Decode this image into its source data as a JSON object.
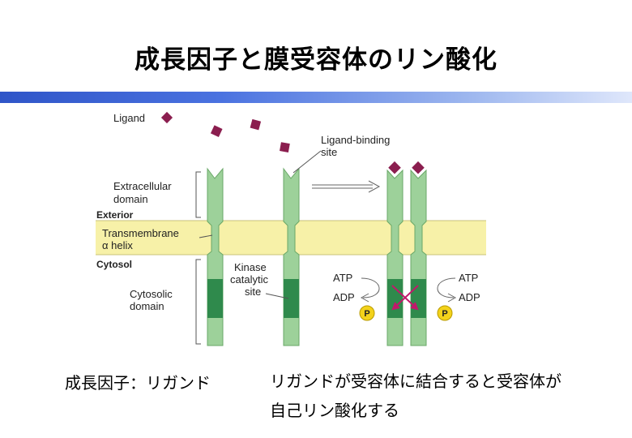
{
  "title": "成長因子と膜受容体のリン酸化",
  "colors": {
    "accent_bar_start": "#2f55c8",
    "membrane_band": "#f7f1a8",
    "receptor_light": "#9dd19a",
    "receptor_dark": "#2f8a4c",
    "ligand": "#8b1e4f",
    "phosphate": "#f3d21b",
    "autophosphorylation_arrow": "#c2186b"
  },
  "diagram": {
    "ligand_label": "Ligand",
    "ligand_binding_site_label": [
      "Ligand-binding",
      "site"
    ],
    "extracellular_domain_label": [
      "Extracellular",
      "domain"
    ],
    "exterior_label": "Exterior",
    "transmembrane_label": [
      "Transmembrane",
      "α helix"
    ],
    "cytosol_label": "Cytosol",
    "kinase_site_label": [
      "Kinase",
      "catalytic",
      "site"
    ],
    "cytosolic_domain_label": [
      "Cytosolic",
      "domain"
    ],
    "atp_left": "ATP",
    "adp_left": "ADP",
    "atp_right": "ATP",
    "adp_right": "ADP",
    "phosphate_left": "P",
    "phosphate_right": "P"
  },
  "captions": {
    "left": "成長因子：リガンド",
    "right_line1": "リガンドが受容体に結合すると受容体が",
    "right_line2": "自己リン酸化する"
  }
}
